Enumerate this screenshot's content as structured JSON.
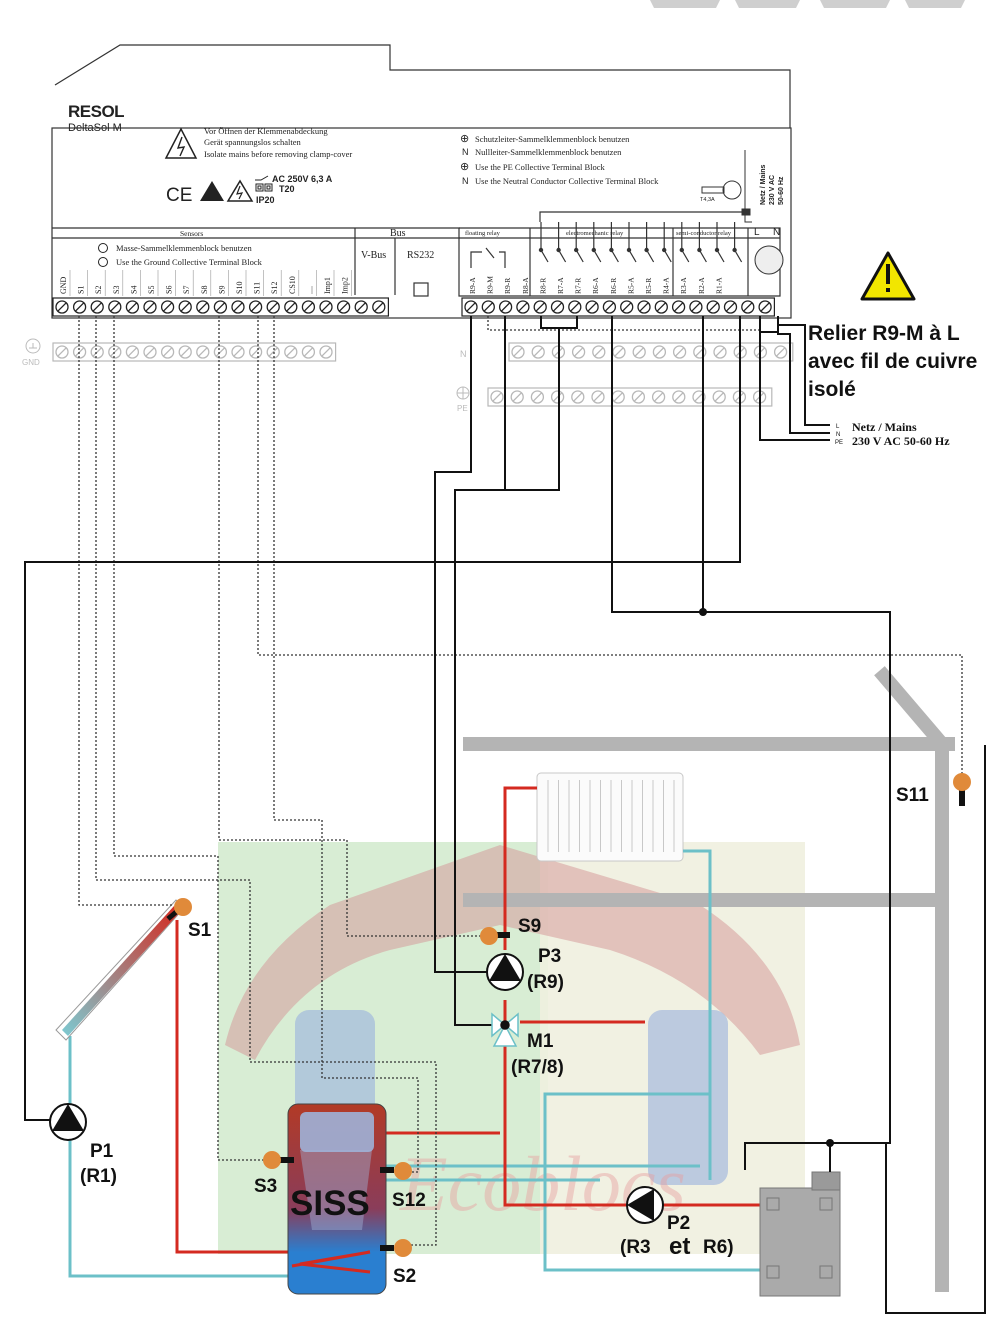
{
  "logo_text": "RESOL",
  "controller": {
    "brand": "RESOL",
    "model": "DeltaSol M",
    "warning_lines": [
      "Vor Öffnen der Klemmenabdeckung",
      "Gerät spannungslos schalten",
      "Isolate mains before removing clamp-cover"
    ],
    "rating": "AC 250V 6,3 A",
    "class": "T20",
    "ip": "IP20",
    "ce": "CE",
    "notes": [
      "Schutzleiter-Sammelklemmenblock benutzen",
      "Nullleiter-Sammelklemmenblock benutzen",
      "Use the PE Collective Terminal Block",
      "Use the Neutral Conductor Collective Terminal Block"
    ],
    "note_prefixes": [
      "⊕",
      "N",
      "⊕",
      "N"
    ],
    "fuse": "T4,3A",
    "mains_vertical": [
      "Netz / Mains",
      "230 V AC",
      "50-60 Hz"
    ],
    "sensors_header": "Sensors",
    "ground_notes": [
      "Masse-Sammelklemmenblock benutzen",
      "Use the Ground Collective Terminal Block"
    ],
    "bus_header": "Bus",
    "bus_items": [
      "V-Bus",
      "RS232"
    ],
    "sensor_terminals": [
      "GND",
      "S1",
      "S2",
      "S3",
      "S4",
      "S5",
      "S6",
      "S7",
      "S8",
      "S9",
      "S10",
      "S11",
      "S12",
      "CS10",
      "....",
      "Imp1",
      "Imp2"
    ],
    "relay_headers": [
      "floating relay",
      "electromechanic relay",
      "semi-conductor relay"
    ],
    "relay_terminals": [
      "R9-A",
      "R9-M",
      "R9-R",
      "R8-A",
      "R8-R",
      "R7-A",
      "R7-R",
      "R6-A",
      "R6-R",
      "R5-A",
      "R5-R",
      "R4-A",
      "R3-A",
      "R2-A",
      "R1-A"
    ],
    "ln": [
      "L",
      "N"
    ],
    "gnd_label": "GND",
    "n_label": "N",
    "pe_label": "PE"
  },
  "note": {
    "lines": [
      "Relier R9-M à L",
      "avec fil de cuivre",
      "isolé"
    ]
  },
  "mains": {
    "letters": [
      "L",
      "N",
      "PE"
    ],
    "line1": "Netz / Mains",
    "line2": "230 V AC 50-60 Hz"
  },
  "components": {
    "S1": "S1",
    "S2": "S2",
    "S3": "S3",
    "S9": "S9",
    "S11": "S11",
    "S12": "S12",
    "P1": "P1",
    "P1_relay": "(R1)",
    "P2": "P2",
    "P2_relay_a": "(R3",
    "P2_relay_et": "et",
    "P2_relay_b": "R6)",
    "P3": "P3",
    "P3_relay": "(R9)",
    "M1": "M1",
    "M1_relay": "(R7/8)",
    "tank": "SISS"
  },
  "colors": {
    "hot": "#d42a20",
    "cold": "#6cc0c8",
    "signal": "#111111",
    "sensor": "#e08a3a",
    "warning": "#f2e600"
  }
}
